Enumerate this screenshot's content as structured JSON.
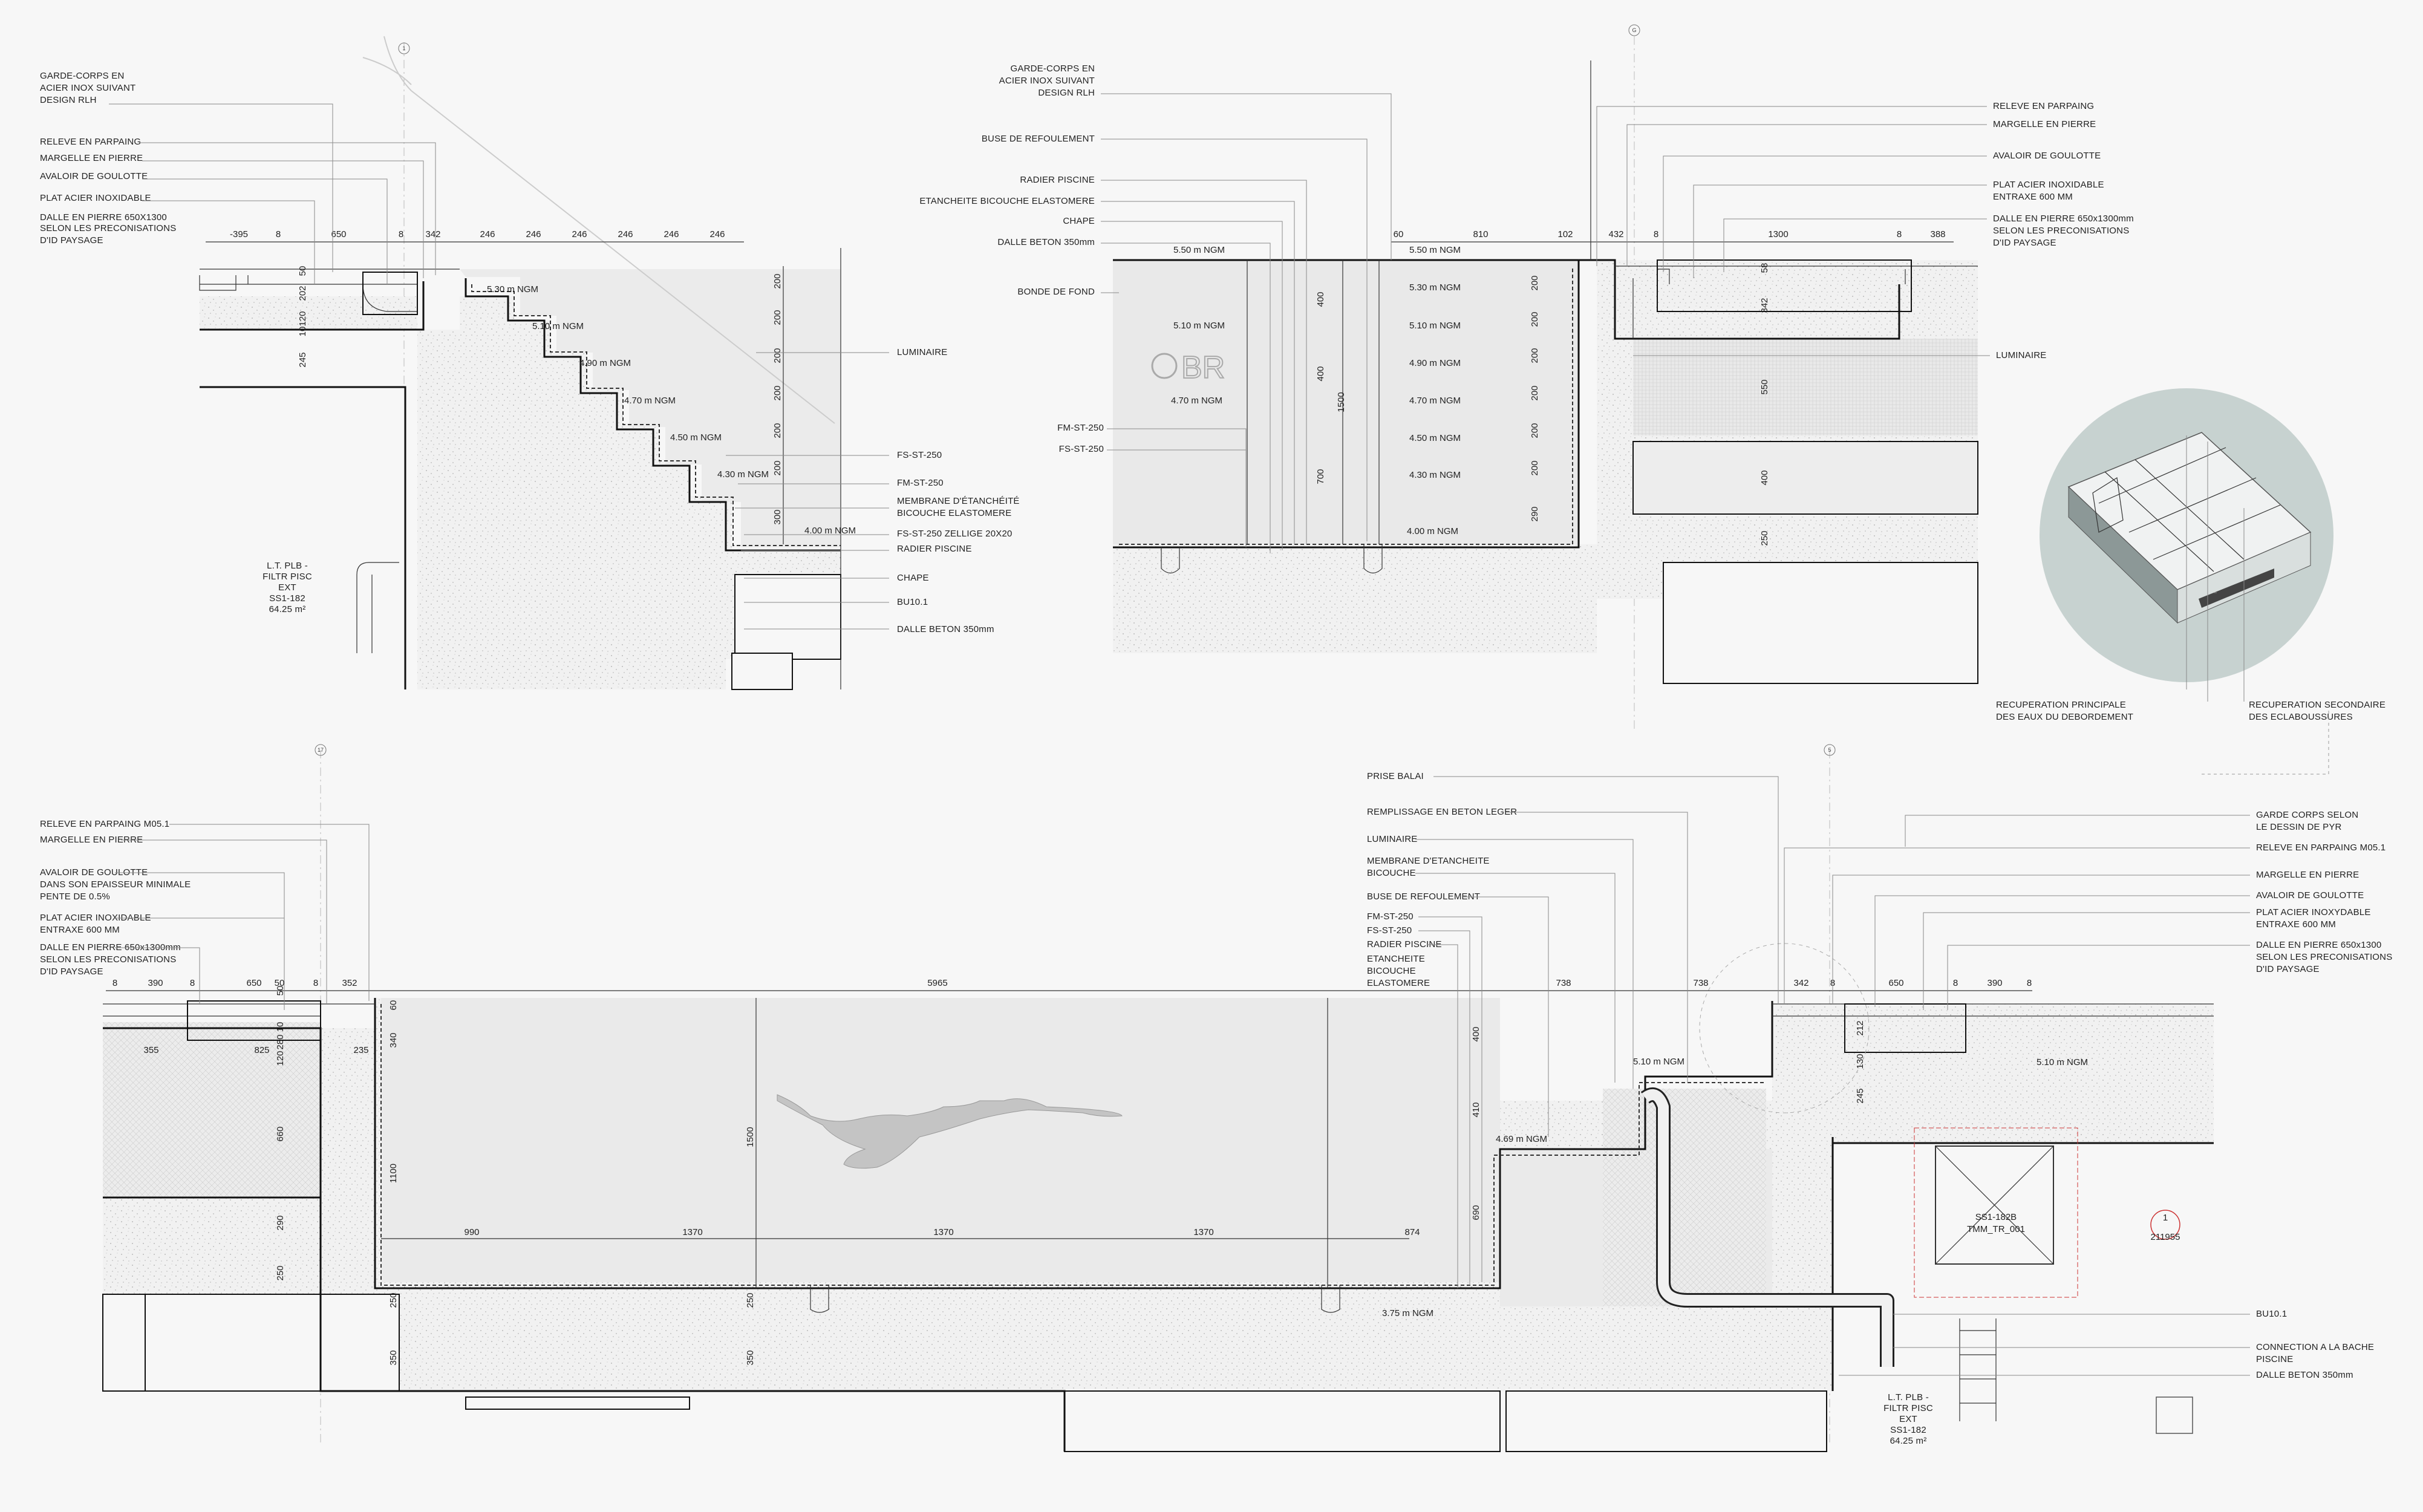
{
  "section1": {
    "axis": "1",
    "labels": [
      "GARDE-CORPS EN",
      "ACIER INOX SUIVANT",
      "DESIGN RLH",
      "RELEVE EN PARPAING",
      "MARGELLE EN PIERRE",
      "AVALOIR DE GOULOTTE",
      "PLAT ACIER INOXIDABLE",
      "DALLE EN PIERRE 650X1300",
      "SELON LES PRECONISATIONS",
      "D'ID PAYSAGE"
    ],
    "right_labels": [
      "LUMINAIRE",
      "FS-ST-250",
      "FM-ST-250",
      "MEMBRANE D'ÉTANCHÉITÉ",
      "BICOUCHE ELASTOMERE",
      "FS-ST-250 ZELLIGE 20X20",
      "RADIER PISCINE",
      "CHAPE",
      "BU10.1",
      "DALLE BETON 350mm"
    ],
    "top_dims": [
      "-395",
      "8",
      "650",
      "8",
      "342",
      "246",
      "246",
      "246",
      "246",
      "246",
      "246"
    ],
    "left_dims": [
      "50",
      "202",
      "120",
      "10",
      "245"
    ],
    "vert_dims": [
      "200",
      "200",
      "200",
      "200",
      "200",
      "200",
      "300"
    ],
    "levels": [
      "5.30 m NGM",
      "5.10 m NGM",
      "4.90 m NGM",
      "4.70 m NGM",
      "4.50 m NGM",
      "4.30 m NGM",
      "4.00 m NGM"
    ],
    "room": [
      "L.T. PLB -",
      "FILTR PISC",
      "EXT",
      "SS1-182",
      "64.25 m²"
    ]
  },
  "section2": {
    "axis": "G",
    "labels": [
      "GARDE-CORPS EN",
      "ACIER INOX SUIVANT",
      "DESIGN RLH",
      "BUSE DE REFOULEMENT",
      "RADIER PISCINE",
      "ETANCHEITE BICOUCHE ELASTOMERE",
      "CHAPE",
      "DALLE BETON 350mm",
      "BONDE DE FOND",
      "FM-ST-250",
      "FS-ST-250"
    ],
    "right_labels": [
      "RELEVE EN PARPAING",
      "MARGELLE EN PIERRE",
      "AVALOIR DE GOULOTTE",
      "PLAT ACIER INOXIDABLE",
      "ENTRAXE 600 MM",
      "DALLE EN PIERRE 650x1300mm",
      "SELON LES PRECONISATIONS",
      "D'ID PAYSAGE",
      "LUMINAIRE"
    ],
    "top_dims": [
      "60",
      "810",
      "102",
      "432",
      "8",
      "1300",
      "8",
      "388"
    ],
    "vert_dims": [
      "400",
      "400",
      "1500",
      "700",
      "200",
      "200",
      "200",
      "200",
      "200",
      "200",
      "290",
      "58",
      "342",
      "550",
      "400",
      "250"
    ],
    "levels_left": [
      "5.50 m NGM",
      "5.10 m NGM",
      "4.70 m NGM"
    ],
    "levels_right": [
      "5.50 m NGM",
      "5.30 m NGM",
      "5.10 m NGM",
      "4.90 m NGM",
      "4.70 m NGM",
      "4.50 m NGM",
      "4.30 m NGM",
      "4.00 m NGM"
    ],
    "watermark": "BR"
  },
  "detail": {
    "labels": [
      "RECUPERATION PRINCIPALE",
      "DES EAUX DU DEBORDEMENT",
      "RECUPERATION SECONDAIRE",
      "DES ECLABOUSSURES"
    ]
  },
  "section3": {
    "axis_left": "17",
    "axis_right": "5",
    "left_labels": [
      "RELEVE EN PARPAING M05.1",
      "MARGELLE EN PIERRE",
      "AVALOIR DE GOULOTTE",
      "DANS SON EPAISSEUR MINIMALE",
      "PENTE DE 0.5%",
      "PLAT ACIER INOXIDABLE",
      "ENTRAXE 600 MM",
      "DALLE EN PIERRE 650x1300mm",
      "SELON LES PRECONISATIONS",
      "D'ID PAYSAGE"
    ],
    "mid_labels": [
      "PRISE BALAI",
      "REMPLISSAGE EN BETON LEGER",
      "LUMINAIRE",
      "MEMBRANE D'ETANCHEITE",
      "BICOUCHE",
      "BUSE DE REFOULEMENT",
      "FM-ST-250",
      "FS-ST-250",
      "RADIER PISCINE",
      "ETANCHEITE",
      "BICOUCHE",
      "ELASTOMERE"
    ],
    "right_labels": [
      "GARDE CORPS SELON",
      "LE DESSIN DE PYR",
      "RELEVE EN PARPAING M05.1",
      "MARGELLE EN PIERRE",
      "AVALOIR DE GOULOTTE",
      "PLAT ACIER INOXYDABLE",
      "ENTRAXE 600 MM",
      "DALLE EN PIERRE 650x1300",
      "SELON LES PRECONISATIONS",
      "D'ID PAYSAGE"
    ],
    "bottom_right_labels": [
      "BU10.1",
      "CONNECTION A LA BACHE",
      "PISCINE",
      "DALLE BETON 350mm"
    ],
    "top_dims": [
      "8",
      "390",
      "8",
      "650",
      "50",
      "8",
      "352",
      "5965",
      "738",
      "738",
      "342",
      "8",
      "650",
      "8",
      "390",
      "8"
    ],
    "inner_dims": [
      "355",
      "825",
      "235"
    ],
    "floor_dims": [
      "990",
      "1370",
      "1370",
      "1370",
      "874"
    ],
    "vert_dims": [
      "50",
      "280",
      "10",
      "120",
      "660",
      "290",
      "250",
      "350",
      "60",
      "340",
      "1100",
      "250",
      "1500",
      "250",
      "350",
      "400",
      "410",
      "690",
      "212",
      "130",
      "245"
    ],
    "levels": [
      "5.10 m NGM",
      "4.69 m NGM",
      "3.75 m NGM",
      "5.10 m NGM"
    ],
    "room": [
      "L.T. PLB -",
      "FILTR PISC",
      "EXT",
      "SS1-182",
      "64.25 m²"
    ],
    "equip": [
      "SS1-182B",
      "TMM_TR_001"
    ],
    "tag": [
      "1",
      "211955"
    ]
  }
}
